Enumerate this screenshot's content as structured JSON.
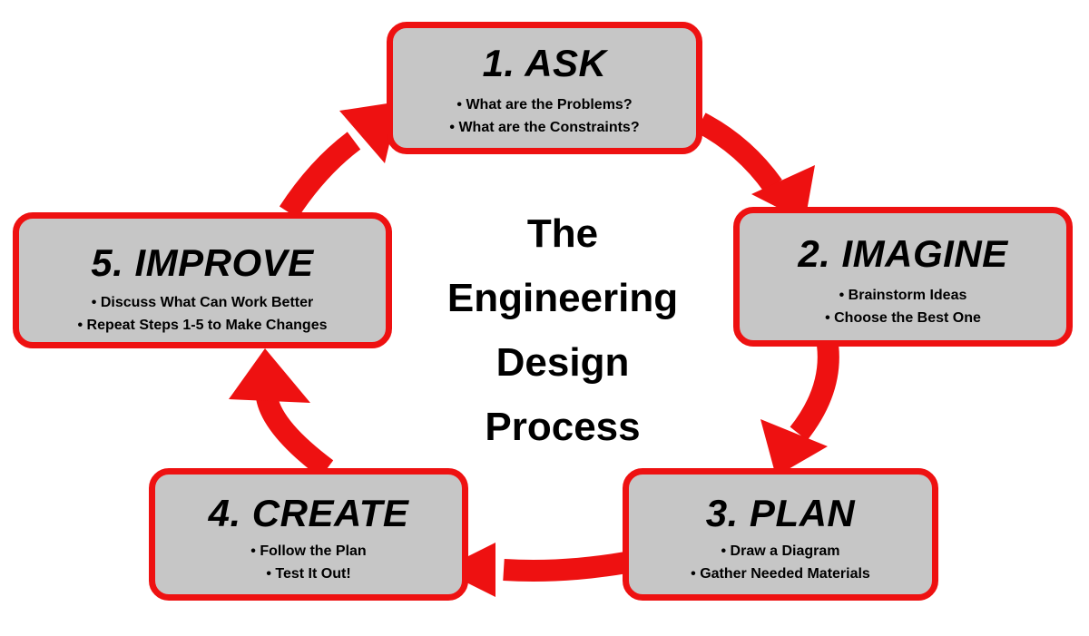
{
  "center_title": [
    "The",
    "Engineering",
    "Design",
    "Process"
  ],
  "steps": [
    {
      "id": "ask",
      "title": "1.  ASK",
      "bullets": [
        "What are the Problems?",
        "What are the Constraints?"
      ]
    },
    {
      "id": "imagine",
      "title": "2. IMAGINE",
      "bullets": [
        "Brainstorm Ideas",
        "Choose the Best One"
      ]
    },
    {
      "id": "plan",
      "title": "3. PLAN",
      "bullets": [
        "Draw a Diagram",
        "Gather Needed Materials"
      ]
    },
    {
      "id": "create",
      "title": "4. CREATE",
      "bullets": [
        "Follow the Plan",
        "Test It Out!"
      ]
    },
    {
      "id": "improve",
      "title": "5. IMPROVE",
      "bullets": [
        "Discuss What Can Work Better",
        "Repeat Steps 1-5 to Make Changes"
      ]
    }
  ],
  "colors": {
    "box_fill": "#c6c6c6",
    "accent_red": "#ee1111",
    "text": "#000000"
  }
}
